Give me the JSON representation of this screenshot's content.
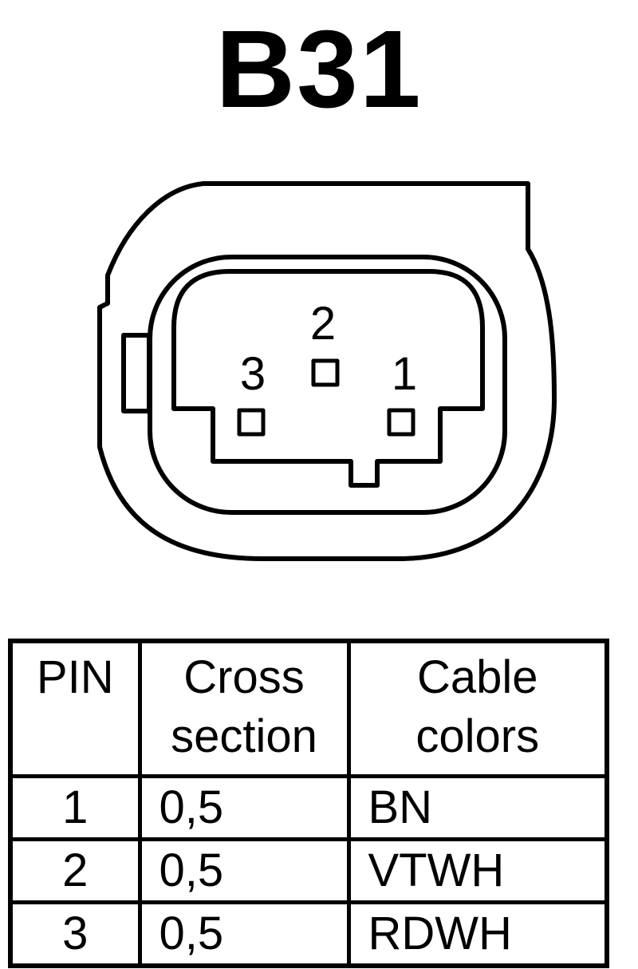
{
  "title": "B31",
  "connector": {
    "pins": [
      {
        "number": "1"
      },
      {
        "number": "2"
      },
      {
        "number": "3"
      }
    ]
  },
  "table": {
    "headers": [
      [
        "PIN"
      ],
      [
        "Cross",
        "section"
      ],
      [
        "Cable",
        "colors"
      ]
    ],
    "rows": [
      {
        "pin": "1",
        "cross_section": "0,5",
        "color": "BN"
      },
      {
        "pin": "2",
        "cross_section": "0,5",
        "color": "VTWH"
      },
      {
        "pin": "3",
        "cross_section": "0,5",
        "color": "RDWH"
      }
    ]
  }
}
